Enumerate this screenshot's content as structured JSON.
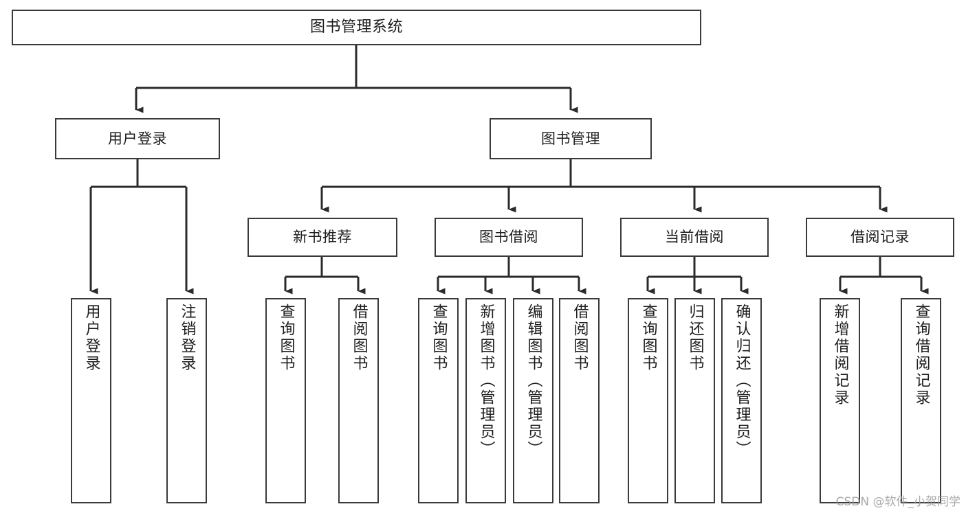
{
  "diagram": {
    "type": "tree-hierarchy",
    "title": "图书管理系统",
    "root": {
      "id": "root",
      "label": "图书管理系统",
      "orientation": "horizontal"
    },
    "level1": [
      {
        "id": "user-login",
        "label": "用户登录",
        "orientation": "horizontal"
      },
      {
        "id": "book-manage",
        "label": "图书管理",
        "orientation": "horizontal"
      }
    ],
    "level2": [
      {
        "id": "new-book-rec",
        "label": "新书推荐",
        "orientation": "horizontal",
        "parent": "book-manage"
      },
      {
        "id": "book-borrow",
        "label": "图书借阅",
        "orientation": "horizontal",
        "parent": "book-manage"
      },
      {
        "id": "current-borrow",
        "label": "当前借阅",
        "orientation": "horizontal",
        "parent": "book-manage"
      },
      {
        "id": "borrow-record",
        "label": "借阅记录",
        "orientation": "horizontal",
        "parent": "book-manage"
      }
    ],
    "leaves": [
      {
        "id": "leaf-user-login",
        "label": "用户登录",
        "parent": "user-login",
        "orientation": "vertical"
      },
      {
        "id": "leaf-logout",
        "label": "注销登录",
        "parent": "user-login",
        "orientation": "vertical"
      },
      {
        "id": "leaf-query-book-1",
        "label": "查询图书",
        "parent": "new-book-rec",
        "orientation": "vertical"
      },
      {
        "id": "leaf-borrow-book-1",
        "label": "借阅图书",
        "parent": "new-book-rec",
        "orientation": "vertical"
      },
      {
        "id": "leaf-query-book-2",
        "label": "查询图书",
        "parent": "book-borrow",
        "orientation": "vertical"
      },
      {
        "id": "leaf-add-book",
        "label": "新增图书（管理员）",
        "parent": "book-borrow",
        "orientation": "vertical"
      },
      {
        "id": "leaf-edit-book",
        "label": "编辑图书（管理员）",
        "parent": "book-borrow",
        "orientation": "vertical"
      },
      {
        "id": "leaf-borrow-book-2",
        "label": "借阅图书",
        "parent": "book-borrow",
        "orientation": "vertical"
      },
      {
        "id": "leaf-query-book-3",
        "label": "查询图书",
        "parent": "current-borrow",
        "orientation": "vertical"
      },
      {
        "id": "leaf-return-book",
        "label": "归还图书",
        "parent": "current-borrow",
        "orientation": "vertical"
      },
      {
        "id": "leaf-confirm-return",
        "label": "确认归还（管理员）",
        "parent": "current-borrow",
        "orientation": "vertical"
      },
      {
        "id": "leaf-add-record",
        "label": "新增借阅记录",
        "parent": "borrow-record",
        "orientation": "vertical"
      },
      {
        "id": "leaf-query-record",
        "label": "查询借阅记录",
        "parent": "borrow-record",
        "orientation": "vertical"
      }
    ],
    "colors": {
      "border": "#3a3a3a",
      "background": "#ffffff",
      "text": "#1d1d1d",
      "connector": "#2b2b2b",
      "watermark": "#9b9b9b"
    }
  },
  "watermark": {
    "text": "CSDN @软件_小贺同学"
  }
}
